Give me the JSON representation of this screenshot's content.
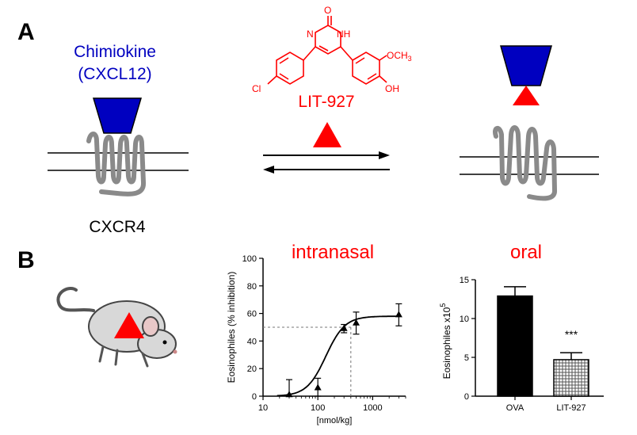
{
  "panel_a": {
    "label": "A",
    "chemokine_line1": "Chimiokine",
    "chemokine_line2": "(CXCL12)",
    "receptor_label": "CXCR4",
    "compound_label": "LIT-927",
    "structure_atoms": {
      "oxo": "O",
      "n_left": "N",
      "nh_right": "NH",
      "methoxy": "OCH",
      "methoxy_sub": "3",
      "hydroxy": "OH",
      "chloro": "Cl"
    },
    "colors": {
      "chemokine": "#0000c0",
      "compound": "#ff0000",
      "receptor": "#888888",
      "text": "#000000"
    }
  },
  "panel_b": {
    "label": "B",
    "intranasal_title": "intranasal",
    "oral_title": "oral"
  },
  "chart_data": [
    {
      "type": "scatter",
      "title": "intranasal",
      "xlabel": "[nmol/kg]",
      "ylabel": "Eosinophiles (% inhibition)",
      "xscale": "log",
      "xlim": [
        10,
        4000
      ],
      "ylim": [
        0,
        100
      ],
      "xticks": [
        "10",
        "100",
        "1000"
      ],
      "yticks": [
        "0",
        "20",
        "40",
        "60",
        "80",
        "100"
      ],
      "points": [
        {
          "x": 30,
          "y": 1,
          "err": 11
        },
        {
          "x": 100,
          "y": 6,
          "err": 7
        },
        {
          "x": 300,
          "y": 49,
          "err": 3
        },
        {
          "x": 500,
          "y": 53,
          "err": 8
        },
        {
          "x": 3000,
          "y": 59,
          "err": 8
        }
      ],
      "fit": {
        "type": "sigmoid",
        "bottom": 0,
        "top": 58,
        "ec50": 140,
        "hill": 2.5
      },
      "ec50_guide": {
        "x": 400,
        "y": 50
      },
      "grid": false
    },
    {
      "type": "bar",
      "title": "oral",
      "categories": [
        "OVA",
        "LIT-927"
      ],
      "values": [
        12.9,
        4.7
      ],
      "errors": [
        1.2,
        0.9
      ],
      "ylabel": "Eosinophiles x10",
      "ylabel_sup": "5",
      "ylim": [
        0,
        15
      ],
      "yticks": [
        "0",
        "5",
        "10",
        "15"
      ],
      "annotations": [
        {
          "category": "LIT-927",
          "text": "***"
        }
      ],
      "grid": false
    }
  ]
}
